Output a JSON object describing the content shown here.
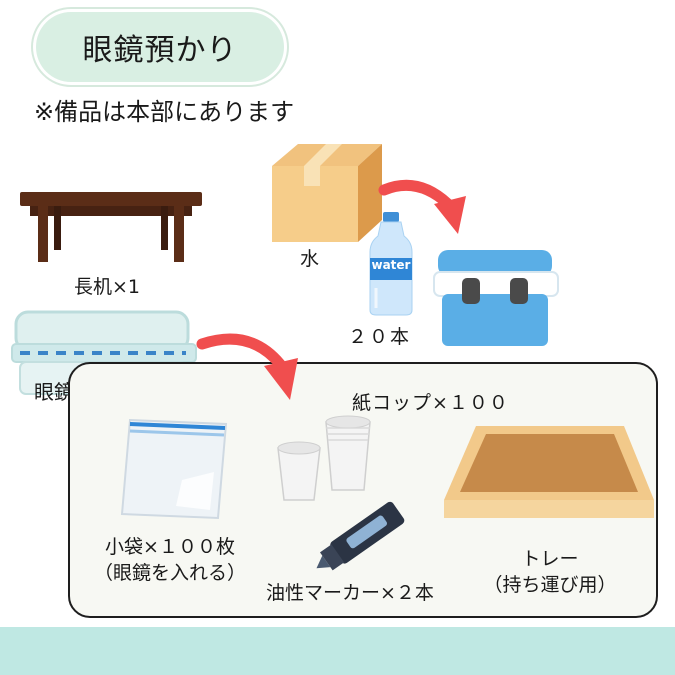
{
  "title": "眼鏡預かり",
  "note": "※備品は本部にあります",
  "items": {
    "desk": "長机×1",
    "water_box": "水",
    "water_bottles": "２０本",
    "bottle_text": "water",
    "case": "眼鏡預かり",
    "paper_cups": "紙コップ×１００",
    "bags_line1": "小袋×１００枚",
    "bags_line2": "（眼鏡を入れる）",
    "marker": "油性マーカー×２本",
    "tray_line1": "トレー",
    "tray_line2": "（持ち運び用）"
  },
  "colors": {
    "title_bg": "#d9efe3",
    "arrow": "#f04e4e",
    "cooler": "#59aee6",
    "footer": "#bfe8e3",
    "panel_bg": "#f7f8f3"
  },
  "icons": [
    "desk-icon",
    "cardboard-box-icon",
    "water-bottle-icon",
    "cooler-box-icon",
    "storage-case-icon",
    "zip-bag-icon",
    "paper-cups-icon",
    "marker-icon",
    "tray-icon",
    "arrow-icon"
  ]
}
